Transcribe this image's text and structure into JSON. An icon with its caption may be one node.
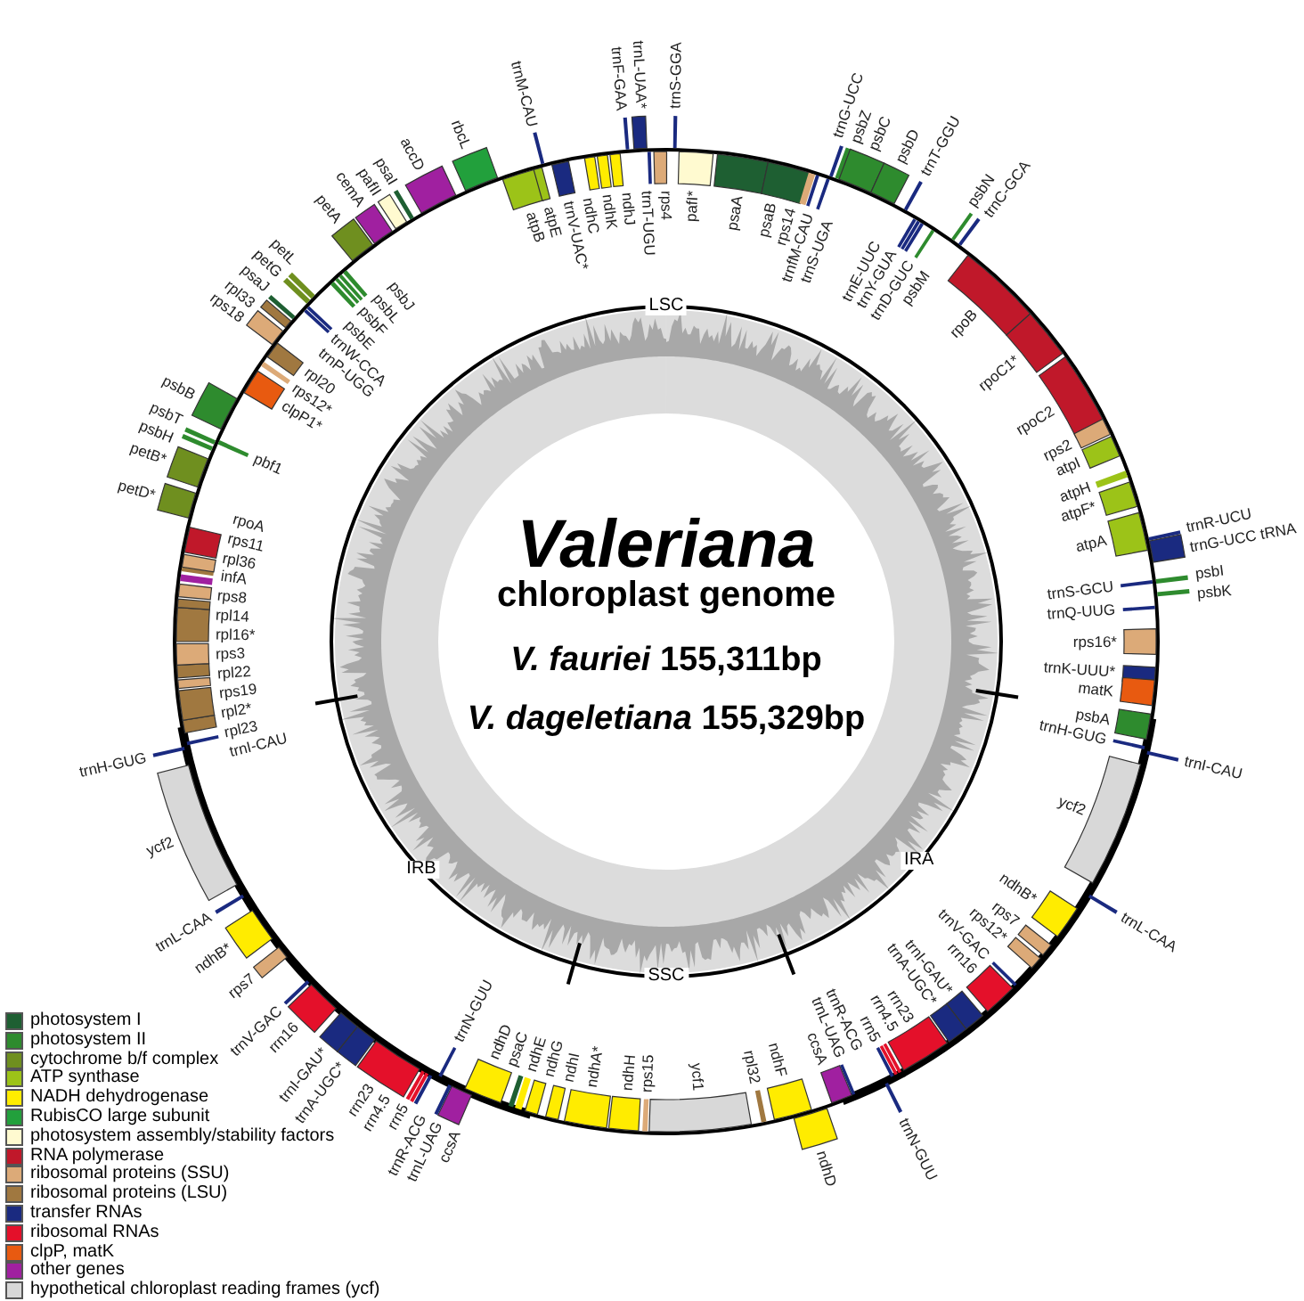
{
  "diagram": {
    "labels": [
      "Valeriana",
      "chloroplast genome",
      "*V. fauriei* 155,311bp",
      "*V. dageletiana* 155,329bp",
      "LSC",
      "IRA",
      "SSC",
      "IRB",
      "trnS-GGA",
      "pafI*",
      "psaA",
      "psaB",
      "rps14",
      "trnfM-CAU",
      "trnS-UGA",
      "trnG-UCC",
      "psbZ",
      "psbC",
      "psbD",
      "trnT-GGU",
      "trnE-UUC",
      "trnY-GUA",
      "trnD-GUC",
      "psbM",
      "psbN",
      "trnC-GCA",
      "rpoB",
      "rpoC1*",
      "rpoC2",
      "rps2",
      "atpI",
      "atpH",
      "atpF*",
      "atpA",
      "trnR-UCU",
      "trnG-UCC tRNA",
      "trnS-GCU",
      "psbI",
      "psbK",
      "trnQ-UUG",
      "rps16*",
      "trnK-UUU*",
      "matK",
      "psbA",
      "trnH-GUG",
      "trnI-CAU",
      "ycf2",
      "trnL-CAA",
      "ndhB*",
      "rps7",
      "rps12*",
      "trnV-GAC",
      "rrn16",
      "trnI-GAU*",
      "trnA-UGC*",
      "rrn23",
      "rrn4.5",
      "rrn5",
      "trnR-ACG",
      "trnN-GUU",
      "trnL-UAG",
      "ccsA",
      "ndhD",
      "psaC",
      "ndhE",
      "ndhG",
      "ndhI",
      "ndhA*",
      "ndhH",
      "rps15",
      "ycf1",
      "rpl32",
      "ndhF",
      "ndhD",
      "ccsA",
      "trnL-UAG",
      "trnN-GUU",
      "trnR-ACG",
      "rrn5",
      "rrn4.5",
      "rrn23",
      "trnA-UGC*",
      "trnI-GAU*",
      "rrn16",
      "trnV-GAC",
      "rps7",
      "ndhB*",
      "trnL-CAA",
      "ycf2",
      "trnH-GUG",
      "trnI-CAU",
      "rpl23",
      "rpl2*",
      "rps19",
      "rpl22",
      "rps3",
      "rpl16*",
      "rpl14",
      "rps8",
      "infA",
      "rpl36",
      "rps11",
      "rpoA",
      "petD*",
      "petB*",
      "psbH",
      "psbT",
      "pbf1",
      "psbB",
      "clpP1*",
      "rps12*",
      "rpl20",
      "rps18",
      "rpl33",
      "psaJ",
      "trnP-UGG",
      "trnW-CCA",
      "petG",
      "petL",
      "psbE",
      "psbF",
      "psbL",
      "psbJ",
      "petA",
      "cemA",
      "pafII",
      "psaI",
      "accD",
      "rbcL",
      "atpB",
      "atpE",
      "trnM-CAU",
      "trnV-UAC*",
      "ndhC",
      "ndhK",
      "ndhJ",
      "trnF-GAA",
      "trnL-UAA*",
      "trnT-UGU",
      "rps4"
    ],
    "legend": [
      {
        "text": "photosystem I",
        "color": "#1e5f32"
      },
      {
        "text": "photosystem II",
        "color": "#2e8b2e"
      },
      {
        "text": "cytochrome b/f complex",
        "color": "#6f8f1f"
      },
      {
        "text": "ATP synthase",
        "color": "#9cc318"
      },
      {
        "text": "NADH dehydrogenase",
        "color": "#ffec00"
      },
      {
        "text": "RubisCO large subunit",
        "color": "#22a03c"
      },
      {
        "text": "photosystem assembly/stability factors",
        "color": "#fffad0"
      },
      {
        "text": "RNA polymerase",
        "color": "#c0182a"
      },
      {
        "text": "ribosomal proteins (SSU)",
        "color": "#dcaa78"
      },
      {
        "text": "ribosomal proteins (LSU)",
        "color": "#a07840"
      },
      {
        "text": "transfer RNAs",
        "color": "#1a2a80"
      },
      {
        "text": "ribosomal RNAs",
        "color": "#e4102a"
      },
      {
        "text": "clpP, matK",
        "color": "#e85a10"
      },
      {
        "text": "other genes",
        "color": "#a020a0"
      },
      {
        "text": "hypothetical chloroplast reading frames (ycf)",
        "color": "#d8d8d8"
      }
    ]
  }
}
